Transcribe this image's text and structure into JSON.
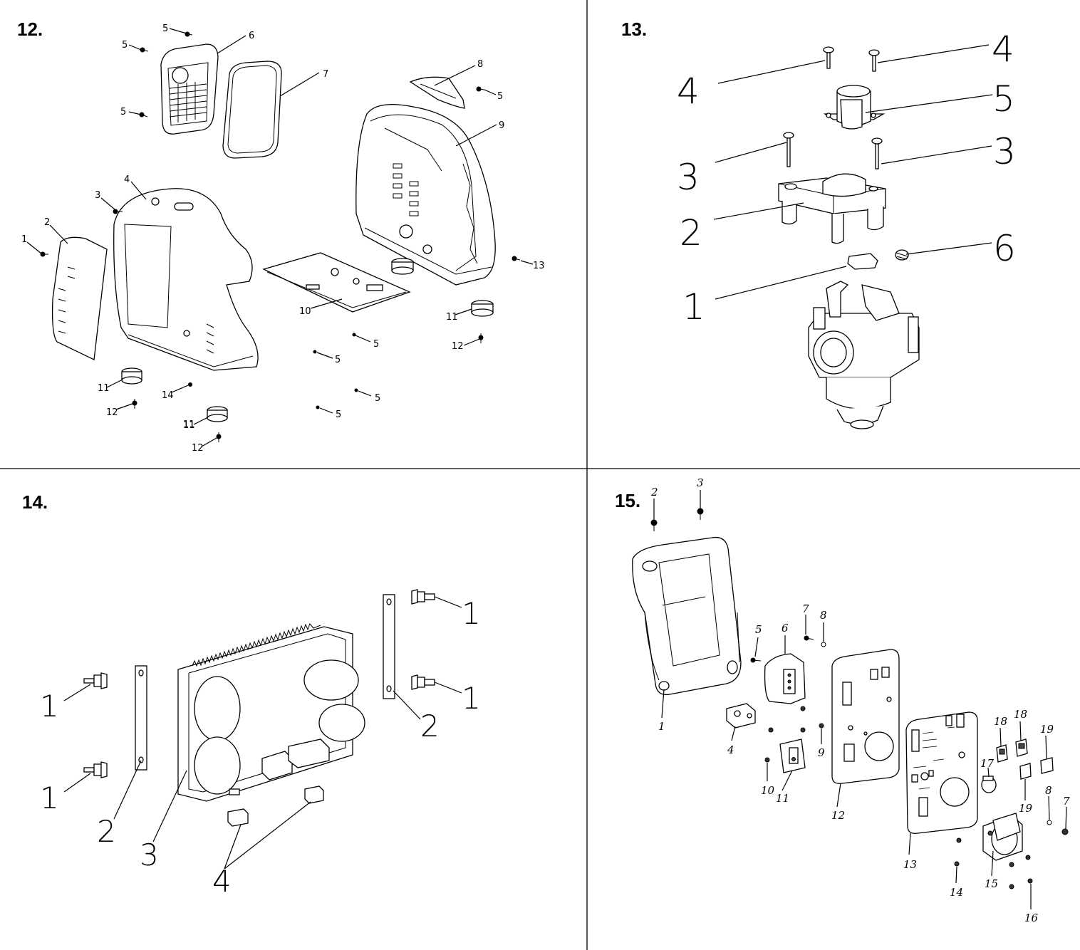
{
  "panels": [
    {
      "id": "p12",
      "title": "12.",
      "labels": [
        "5",
        "6",
        "5",
        "7",
        "8",
        "5",
        "5",
        "9",
        "4",
        "3",
        "2",
        "1",
        "10",
        "13",
        "11",
        "11",
        "12",
        "5",
        "5",
        "11",
        "14",
        "12",
        "5",
        "5",
        "11",
        "12"
      ]
    },
    {
      "id": "p13",
      "title": "13.",
      "labels": [
        "4",
        "4",
        "5",
        "3",
        "3",
        "2",
        "6",
        "1"
      ]
    },
    {
      "id": "p14",
      "title": "14.",
      "labels": [
        "1",
        "1",
        "1",
        "1",
        "2",
        "2",
        "3",
        "4"
      ]
    },
    {
      "id": "p15",
      "title": "15.",
      "labels": [
        "2",
        "3",
        "1",
        "5",
        "6",
        "7",
        "8",
        "4",
        "9",
        "10",
        "11",
        "12",
        "13",
        "18",
        "18",
        "19",
        "17",
        "19",
        "8",
        "7",
        "14",
        "15",
        "16"
      ]
    }
  ]
}
